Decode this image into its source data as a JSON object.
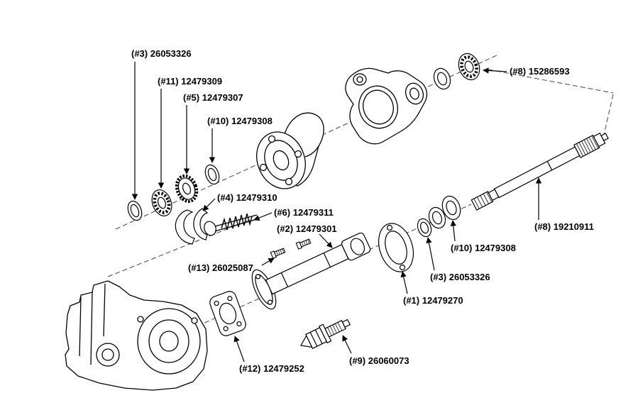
{
  "colors": {
    "background": "#ffffff",
    "line": "#000000",
    "text": "#000000",
    "construction_line": "#444444"
  },
  "callouts": [
    {
      "ref": "#3",
      "part_number": "26053326",
      "text": "(#3) 26053326"
    },
    {
      "ref": "#11",
      "part_number": "12479309",
      "text": "(#11) 12479309"
    },
    {
      "ref": "#5",
      "part_number": "12479307",
      "text": "(#5) 12479307"
    },
    {
      "ref": "#10",
      "part_number": "12479308",
      "text": "(#10) 12479308"
    },
    {
      "ref": "#8",
      "part_number": "15286593",
      "text": "(#8) 15286593"
    },
    {
      "ref": "#4",
      "part_number": "12479310",
      "text": "(#4) 12479310"
    },
    {
      "ref": "#6",
      "part_number": "12479311",
      "text": "(#6) 12479311"
    },
    {
      "ref": "#2",
      "part_number": "12479301",
      "text": "(#2) 12479301"
    },
    {
      "ref": "#8",
      "part_number": "19210911",
      "text": "(#8) 19210911"
    },
    {
      "ref": "#10",
      "part_number": "12479308",
      "text": "(#10) 12479308"
    },
    {
      "ref": "#13",
      "part_number": "26025087",
      "text": "(#13) 26025087"
    },
    {
      "ref": "#3",
      "part_number": "26053326",
      "text": "(#3) 26053326"
    },
    {
      "ref": "#1",
      "part_number": "12479270",
      "text": "(#1) 12479270"
    },
    {
      "ref": "#12",
      "part_number": "12479252",
      "text": "(#12) 12479252"
    },
    {
      "ref": "#9",
      "part_number": "26060073",
      "text": "(#9) 26060073"
    }
  ]
}
